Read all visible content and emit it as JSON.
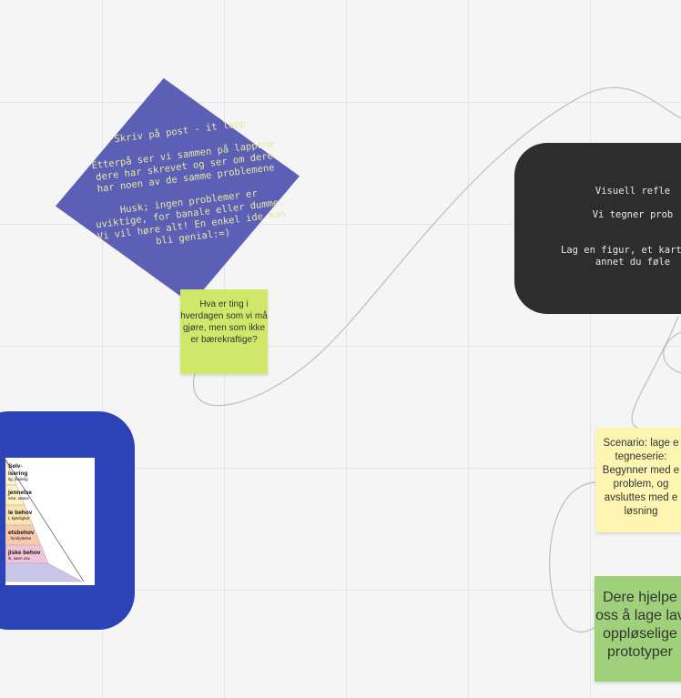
{
  "diamond": {
    "text": "Skriv på post - it lapp\n\nEtterpå ser vi sammen på lappene dere har skrevet og ser om dere har noen av de samme problemene\n\nHusk; ingen problemer er uviktige, for banale eller dumme. Vi vil høre alt! En enkel ide kan bli genial:=)",
    "color": "#5b5fb5"
  },
  "sticky_question": {
    "text": "Hva er ting i hverdagen som vi må gjøre, men som ikke er bærekraftige?",
    "color": "#cfe86a"
  },
  "dark_card": {
    "text": "Visuell refle\n\nVi tegner prob\n\n\nLag en figur, et kart, hi\nannet du føle",
    "color": "#2d2d2d"
  },
  "sticky_scenario": {
    "text": "Scenario: lage e tegneserie: Begynner med e problem, og avsluttes med e løsning",
    "color": "#fdf5b1"
  },
  "sticky_help": {
    "text": "Dere hjelpe oss å lage lav oppløselige prototyper",
    "color": "#9ed17a"
  },
  "blue_card": {
    "color": "#2c43b8"
  },
  "pyramid": {
    "levels": [
      {
        "main": "Selv-",
        "sub": ""
      },
      {
        "main": "isering",
        "sub": "lig, åndelig"
      },
      {
        "main": "jennelse",
        "sub": "else, status"
      },
      {
        "main": "le behov",
        "sub": "t, kjærlighet"
      },
      {
        "main": "etsbehov",
        "sub": ", forskyttelse"
      },
      {
        "main": "jiske behov",
        "sub": "ik, søvn osv."
      }
    ]
  }
}
